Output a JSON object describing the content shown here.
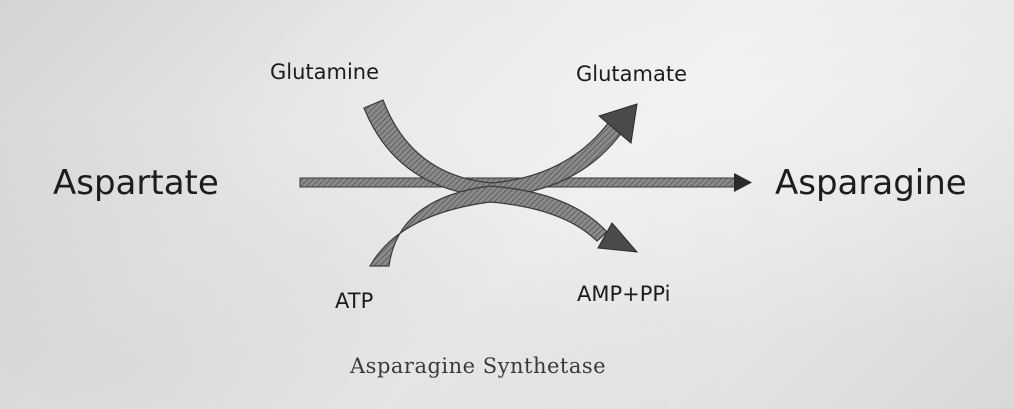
{
  "diagram": {
    "substrate": "Aspartate",
    "product": "Asparagine",
    "cofactor_in_top": "Glutamine",
    "cofactor_out_top": "Glutamate",
    "cofactor_in_bottom": "ATP",
    "cofactor_out_bottom": "AMP+PPi",
    "enzyme": "Asparagine Synthetase"
  },
  "colors": {
    "ink": "#1c1c1c",
    "arrow_fill": "#707070",
    "arrow_stroke": "#3a3a3a"
  }
}
